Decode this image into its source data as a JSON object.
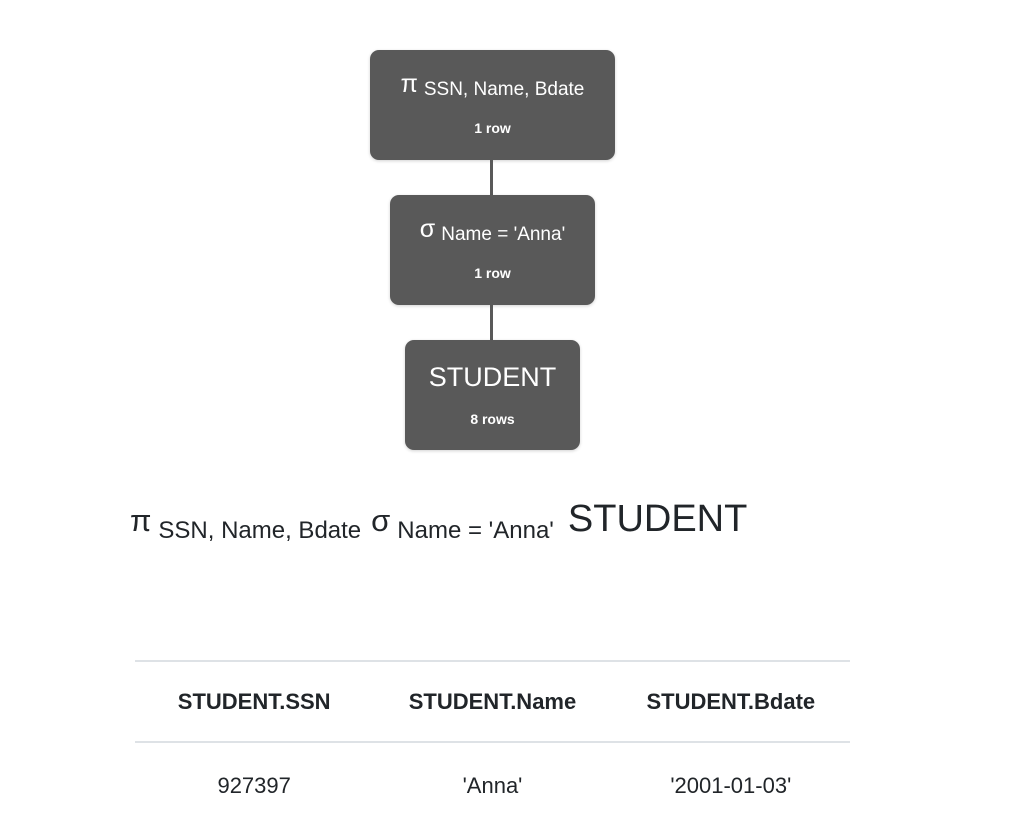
{
  "diagram": {
    "nodes": [
      {
        "operator": "π",
        "label": "SSN, Name, Bdate",
        "rows": "1 row"
      },
      {
        "operator": "σ",
        "label": "Name = 'Anna'",
        "rows": "1 row"
      },
      {
        "operator": "",
        "label": "STUDENT",
        "rows": "8 rows"
      }
    ]
  },
  "expression": {
    "parts": [
      {
        "type": "operator",
        "text": "π"
      },
      {
        "type": "subscript",
        "text": "SSN, Name, Bdate"
      },
      {
        "type": "operator",
        "text": "σ"
      },
      {
        "type": "subscript",
        "text": "Name = 'Anna'"
      },
      {
        "type": "relation",
        "text": "STUDENT"
      }
    ]
  },
  "result_table": {
    "columns": [
      "STUDENT.SSN",
      "STUDENT.Name",
      "STUDENT.Bdate"
    ],
    "rows": [
      [
        "927397",
        "'Anna'",
        "'2001-01-03'"
      ]
    ]
  },
  "colors": {
    "node_background": "#595959",
    "node_text": "#ffffff",
    "body_text": "#212529",
    "table_divider": "#dee2e6"
  }
}
